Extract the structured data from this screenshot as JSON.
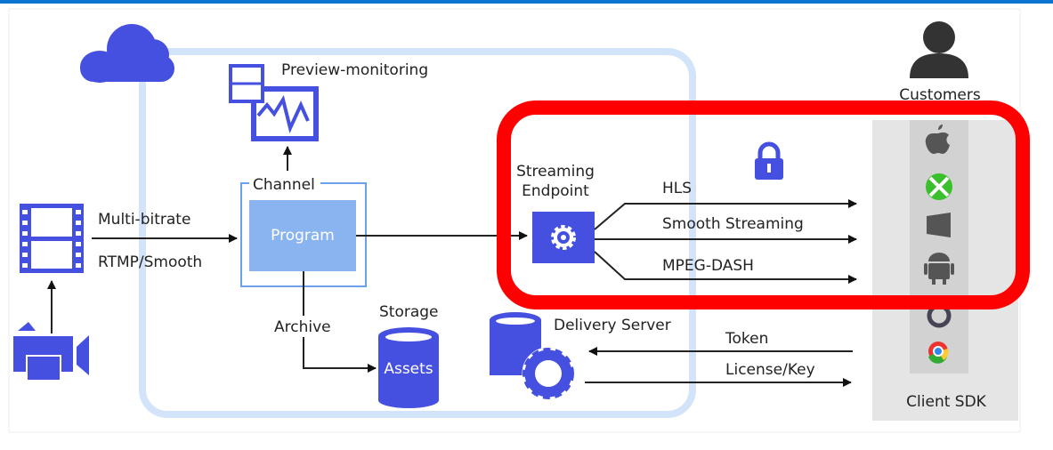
{
  "labels": {
    "preview": "Preview-monitoring",
    "customers": "Customers",
    "channel": "Channel",
    "program": "Program",
    "multi_bitrate": "Multi-bitrate",
    "rtmp_smooth": "RTMP/Smooth",
    "archive": "Archive",
    "storage": "Storage",
    "assets": "Assets",
    "streaming_endpoint_1": "Streaming",
    "streaming_endpoint_2": "Endpoint",
    "hls": "HLS",
    "smooth_streaming": "Smooth Streaming",
    "mpeg_dash": "MPEG-DASH",
    "delivery_server": "Delivery Server",
    "token": "Token",
    "license_key": "License/Key",
    "client_sdk": "Client SDK"
  },
  "colors": {
    "accent": "#4650e0",
    "program_fill": "#8ab4f0",
    "cloud_frame": "#d3e3fa",
    "highlight": "#ff0000",
    "top_bar": "#0a74d0"
  },
  "icons": [
    "cloud-icon",
    "video-film-icon",
    "camera-icon",
    "preview-monitor-icon",
    "gear-icon",
    "lock-icon",
    "database-icon",
    "person-icon",
    "apple-icon",
    "xbox-icon",
    "windows-icon",
    "android-icon",
    "ie-icon",
    "chrome-icon"
  ]
}
